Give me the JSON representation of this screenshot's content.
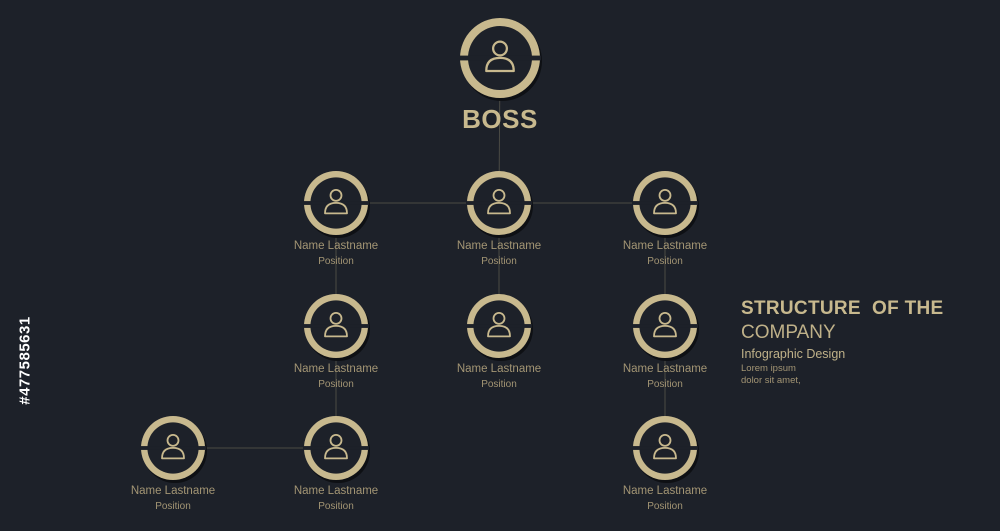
{
  "boss": {
    "title": "BOSS"
  },
  "nodes": [
    {
      "id": "boss",
      "name": "",
      "position": ""
    },
    {
      "id": "l1-left",
      "name": "Name Lastname",
      "position": "Position"
    },
    {
      "id": "l1-center",
      "name": "Name Lastname",
      "position": "Position"
    },
    {
      "id": "l1-right",
      "name": "Name Lastname",
      "position": "Position"
    },
    {
      "id": "l2-left",
      "name": "Name Lastname",
      "position": "Position"
    },
    {
      "id": "l2-center",
      "name": "Name Lastname",
      "position": "Position"
    },
    {
      "id": "l2-right",
      "name": "Name Lastname",
      "position": "Position"
    },
    {
      "id": "l3-far-left",
      "name": "Name Lastname",
      "position": "Position"
    },
    {
      "id": "l3-left",
      "name": "Name Lastname",
      "position": "Position"
    },
    {
      "id": "l3-right",
      "name": "Name Lastname",
      "position": "Position"
    }
  ],
  "edges": [
    [
      "boss",
      "l1-center"
    ],
    [
      "l1-left",
      "l1-center"
    ],
    [
      "l1-center",
      "l1-right"
    ],
    [
      "l1-left",
      "l2-left"
    ],
    [
      "l1-center",
      "l2-center"
    ],
    [
      "l1-right",
      "l2-right"
    ],
    [
      "l2-left",
      "l3-left"
    ],
    [
      "l3-far-left",
      "l3-left"
    ],
    [
      "l2-right",
      "l3-right"
    ]
  ],
  "info": {
    "line1": "STRUCTURE  OF THE",
    "line2": "COMPANY",
    "line3": "Infographic Design",
    "line4": "Lorem ipsum",
    "line5": "dolor sit amet,"
  },
  "stock_id": "#477585631",
  "colors": {
    "background": "#1d2129",
    "gold": "#c8b98e",
    "gold_dark": "#a39574",
    "line": "#4a4a44",
    "node_inner": "#1d2129"
  },
  "icon": "person-icon"
}
